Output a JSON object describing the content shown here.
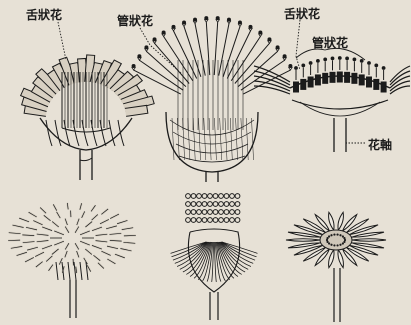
{
  "labels": {
    "ligulate_left": "舌狀花",
    "tubular_center": "管狀花",
    "ligulate_right": "舌狀花",
    "tubular_right": "管狀花",
    "receptacle": "花軸"
  },
  "colors": {
    "paper": "#e7e1d6",
    "ink": "#1b1b1b",
    "ink_soft": "#3a3a3a"
  },
  "figures": [
    {
      "name": "dandelion-section-icon"
    },
    {
      "name": "thistle-section-icon"
    },
    {
      "name": "daisy-section-icon"
    },
    {
      "name": "dandelion-flowerhead-icon"
    },
    {
      "name": "thistle-flowerhead-icon"
    },
    {
      "name": "daisy-flowerhead-icon"
    }
  ]
}
